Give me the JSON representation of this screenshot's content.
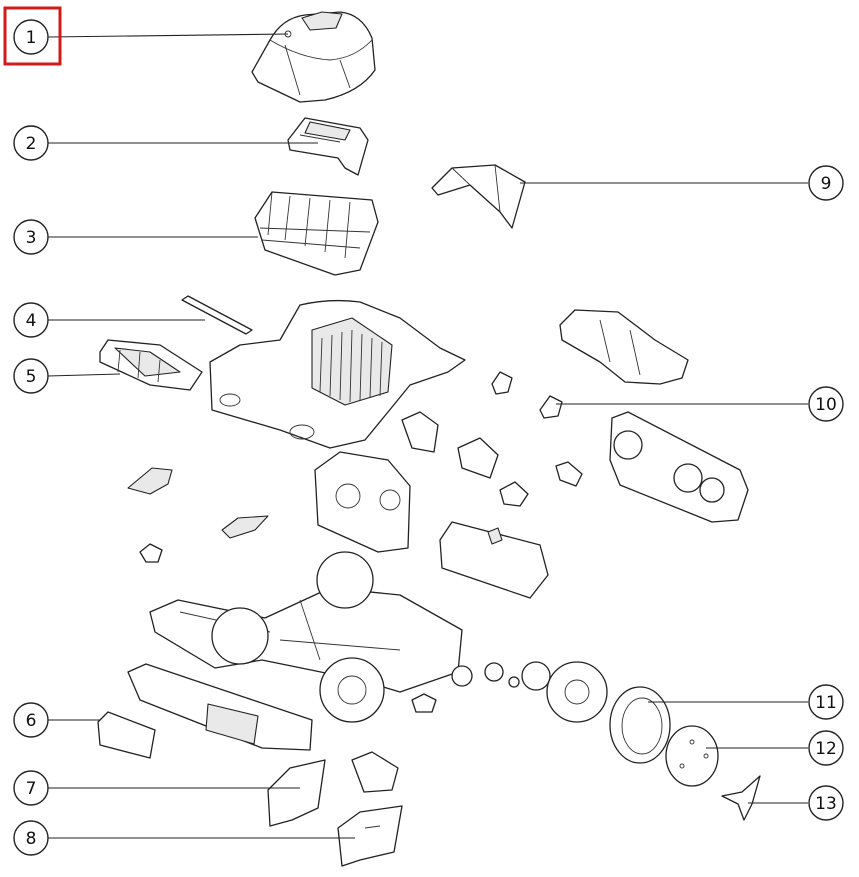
{
  "callouts": [
    {
      "id": "1",
      "label": "1",
      "highlighted": true
    },
    {
      "id": "2",
      "label": "2"
    },
    {
      "id": "3",
      "label": "3"
    },
    {
      "id": "4",
      "label": "4"
    },
    {
      "id": "5",
      "label": "5"
    },
    {
      "id": "6",
      "label": "6"
    },
    {
      "id": "7",
      "label": "7"
    },
    {
      "id": "8",
      "label": "8"
    },
    {
      "id": "9",
      "label": "9"
    },
    {
      "id": "10",
      "label": "10"
    },
    {
      "id": "11",
      "label": "11"
    },
    {
      "id": "12",
      "label": "12"
    },
    {
      "id": "13",
      "label": "13"
    }
  ],
  "colors": {
    "line": "#222222",
    "highlight": "#d11a1a",
    "background": "#ffffff"
  }
}
